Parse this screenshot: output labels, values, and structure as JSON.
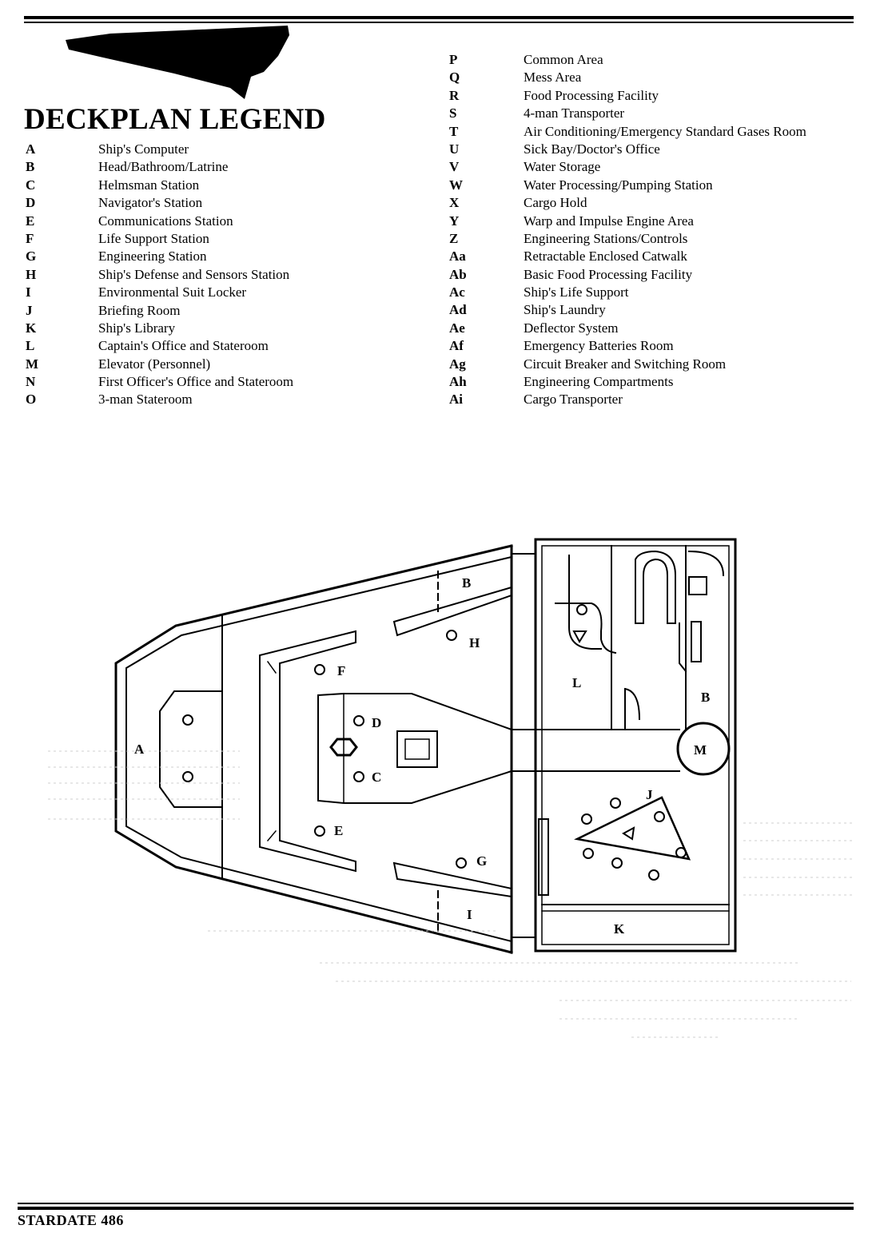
{
  "legend": {
    "title": "DECKPLAN LEGEND",
    "left_column": [
      {
        "key": "A",
        "desc": "Ship's Computer"
      },
      {
        "key": "B",
        "desc": "Head/Bathroom/Latrine"
      },
      {
        "key": "C",
        "desc": "Helmsman Station"
      },
      {
        "key": "D",
        "desc": "Navigator's Station"
      },
      {
        "key": "E",
        "desc": "Communications Station"
      },
      {
        "key": "F",
        "desc": "Life Support Station"
      },
      {
        "key": "G",
        "desc": "Engineering Station"
      },
      {
        "key": "H",
        "desc": "Ship's Defense and Sensors Station"
      },
      {
        "key": "I",
        "desc": "Environmental Suit Locker"
      },
      {
        "key": "J",
        "desc": "Briefing Room"
      },
      {
        "key": "K",
        "desc": "Ship's Library"
      },
      {
        "key": "L",
        "desc": "Captain's Office and Stateroom"
      },
      {
        "key": "M",
        "desc": "Elevator (Personnel)"
      },
      {
        "key": "N",
        "desc": "First Officer's Office and Stateroom"
      },
      {
        "key": "O",
        "desc": "3-man Stateroom"
      }
    ],
    "right_column": [
      {
        "key": "P",
        "desc": "Common Area"
      },
      {
        "key": "Q",
        "desc": "Mess Area"
      },
      {
        "key": "R",
        "desc": "Food Processing Facility"
      },
      {
        "key": "S",
        "desc": "4-man Transporter"
      },
      {
        "key": "T",
        "desc": "Air Conditioning/Emergency Standard Gases Room"
      },
      {
        "key": "U",
        "desc": "Sick Bay/Doctor's Office"
      },
      {
        "key": "V",
        "desc": "Water Storage"
      },
      {
        "key": "W",
        "desc": "Water Processing/Pumping Station"
      },
      {
        "key": "X",
        "desc": "Cargo Hold"
      },
      {
        "key": "Y",
        "desc": "Warp and Impulse Engine Area"
      },
      {
        "key": "Z",
        "desc": "Engineering Stations/Controls"
      },
      {
        "key": "Aa",
        "desc": "Retractable Enclosed Catwalk"
      },
      {
        "key": "Ab",
        "desc": "Basic Food Processing Facility"
      },
      {
        "key": "Ac",
        "desc": "Ship's Life Support"
      },
      {
        "key": "Ad",
        "desc": "Ship's Laundry"
      },
      {
        "key": "Ae",
        "desc": "Deflector System"
      },
      {
        "key": "Af",
        "desc": "Emergency Batteries Room"
      },
      {
        "key": "Ag",
        "desc": "Circuit Breaker and Switching Room"
      },
      {
        "key": "Ah",
        "desc": "Engineering Compartments"
      },
      {
        "key": "Ai",
        "desc": "Cargo Transporter"
      }
    ]
  },
  "plan_labels": {
    "a": "A",
    "b1": "B",
    "b2": "B",
    "c": "C",
    "d": "D",
    "e": "E",
    "f": "F",
    "g": "G",
    "h": "H",
    "i": "I",
    "j": "J",
    "k": "K",
    "l": "L",
    "m": "M"
  },
  "footer": {
    "text": "STARDATE 486"
  }
}
